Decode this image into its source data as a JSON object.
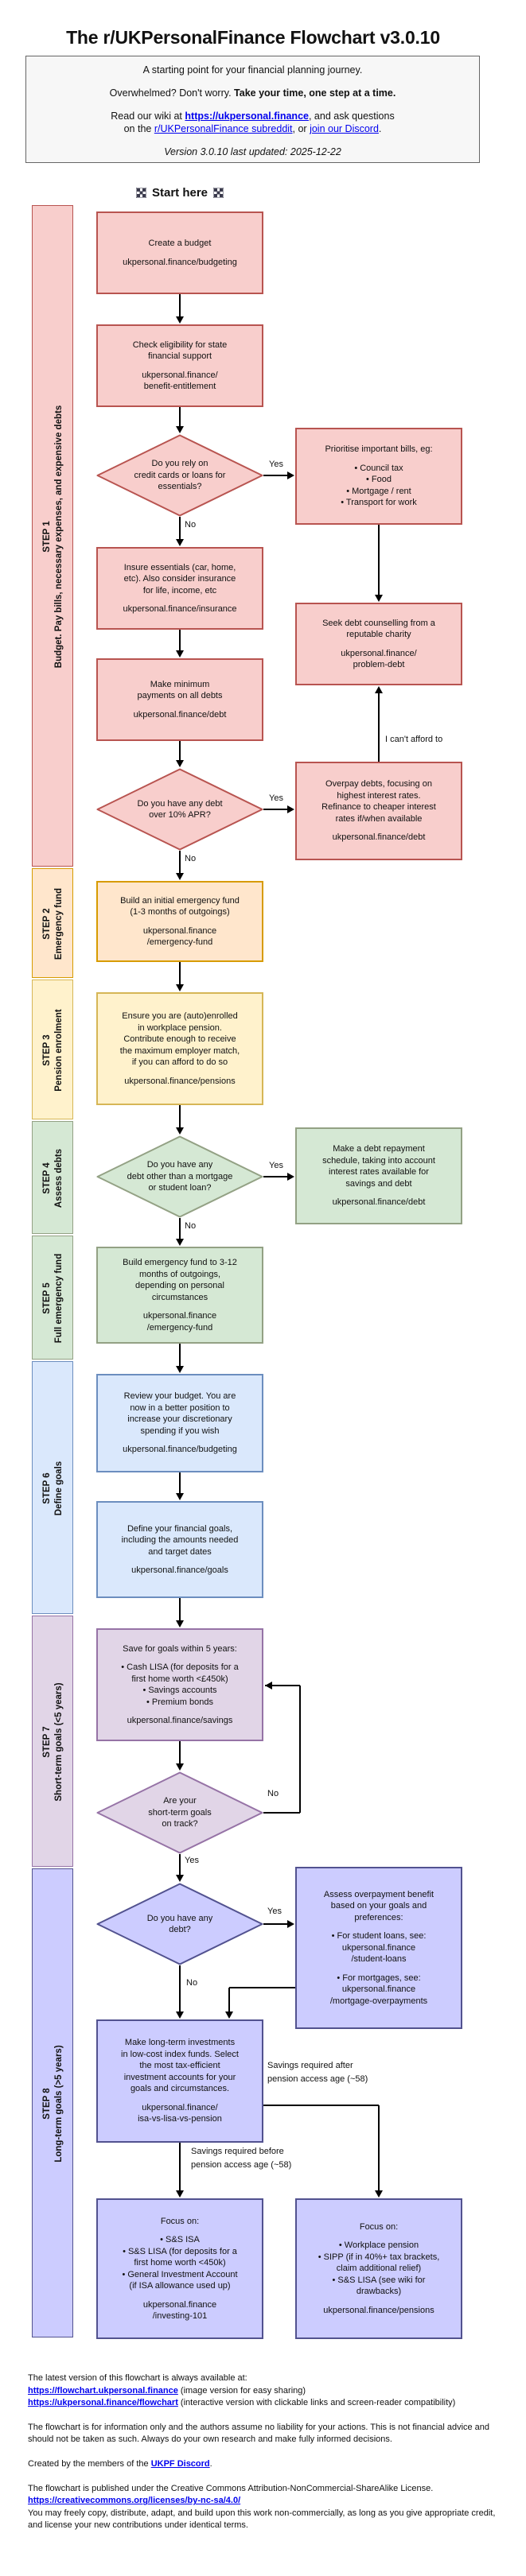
{
  "header": {
    "title": "The r/UKPersonalFinance Flowchart v3.0.10"
  },
  "intro": {
    "line1": "A starting point for your financial planning journey.",
    "overwhelmed_prefix": "Overwhelmed? Don't worry. ",
    "overwhelmed_bold": "Take your time, one step at a time.",
    "read_prefix": "Read our wiki at ",
    "wiki_link": "https://ukpersonal.finance",
    "read_mid": ", and ask questions",
    "read_line2_prefix": "on the ",
    "subreddit_link": "r/UKPersonalFinance subreddit",
    "read_or": ", or ",
    "discord_link": "join our Discord",
    "read_end": ".",
    "version": "Version 3.0.10 last updated: 2025-12-22"
  },
  "start": {
    "label": "Start here",
    "flag_icon": "checkered-flag"
  },
  "palettes": {
    "pink": {
      "fill": "#f8cecc",
      "stroke": "#b85450"
    },
    "orange": {
      "fill": "#ffe6cc",
      "stroke": "#d79b00"
    },
    "yellow": {
      "fill": "#fff2cc",
      "stroke": "#d6b656"
    },
    "green": {
      "fill": "#d5e8d4",
      "stroke": "#93a184"
    },
    "blue": {
      "fill": "#dae8fc",
      "stroke": "#6c8ebf"
    },
    "purple": {
      "fill": "#e1d5e7",
      "stroke": "#9673a6"
    },
    "periwinkle": {
      "fill": "#ccccff",
      "stroke": "#52528f"
    }
  },
  "steps": [
    {
      "num": "STEP 1",
      "desc": "Budget. Pay bills, necessary expenses, and expensive debts",
      "palette": "pink"
    },
    {
      "num": "STEP 2",
      "desc": "Emergency fund",
      "palette": "orange"
    },
    {
      "num": "STEP 3",
      "desc": "Pension enrolment",
      "palette": "yellow"
    },
    {
      "num": "STEP 4",
      "desc": "Assess debts",
      "palette": "green"
    },
    {
      "num": "STEP 5",
      "desc": "Full emergency fund",
      "palette": "green"
    },
    {
      "num": "STEP 6",
      "desc": "Define goals",
      "palette": "blue"
    },
    {
      "num": "STEP 7",
      "desc": "Short-term goals (<5 years)",
      "palette": "purple"
    },
    {
      "num": "STEP 8",
      "desc": "Long-term goals (>5 years)",
      "palette": "periwinkle"
    }
  ],
  "nodes": {
    "create-budget": {
      "shape": "rect",
      "palette": "pink",
      "lines": [
        "Create a budget",
        "",
        "ukpersonal.finance/budgeting"
      ]
    },
    "check-benefits": {
      "shape": "rect",
      "palette": "pink",
      "lines": [
        "Check eligibility for state",
        "financial support",
        "",
        "ukpersonal.finance/",
        "benefit-entitlement"
      ]
    },
    "rely-credit": {
      "shape": "diamond",
      "palette": "pink",
      "lines": [
        "Do you rely on",
        "credit cards or loans for",
        "essentials?"
      ]
    },
    "prioritise-bills": {
      "shape": "rect",
      "palette": "pink",
      "lines": [
        "Prioritise important bills, eg:",
        "",
        "• Council tax",
        "• Food",
        "• Mortgage / rent",
        "• Transport for work"
      ]
    },
    "insure-essentials": {
      "shape": "rect",
      "palette": "pink",
      "lines": [
        "Insure essentials (car, home,",
        "etc). Also consider insurance",
        "for life, income, etc",
        "",
        "ukpersonal.finance/insurance"
      ]
    },
    "debt-counselling": {
      "shape": "rect",
      "palette": "pink",
      "lines": [
        "Seek debt counselling from a",
        "reputable charity",
        "",
        "ukpersonal.finance/",
        "problem-debt"
      ]
    },
    "minimum-payments": {
      "shape": "rect",
      "palette": "pink",
      "lines": [
        "Make minimum",
        "payments on all debts",
        "",
        "ukpersonal.finance/debt"
      ]
    },
    "debt-over-10": {
      "shape": "diamond",
      "palette": "pink",
      "lines": [
        "Do you have any debt",
        "over 10% APR?"
      ]
    },
    "overpay-debts": {
      "shape": "rect",
      "palette": "pink",
      "lines": [
        "Overpay debts, focusing on",
        "highest interest rates.",
        "Refinance to cheaper interest",
        "rates if/when available",
        "",
        "ukpersonal.finance/debt"
      ]
    },
    "initial-emergency-fund": {
      "shape": "rect",
      "palette": "orange",
      "lines": [
        "Build an initial emergency fund",
        "(1-3 months of outgoings)",
        "",
        "ukpersonal.finance",
        "/emergency-fund"
      ]
    },
    "pension-enrolment": {
      "shape": "rect",
      "palette": "yellow",
      "lines": [
        "Ensure you are (auto)enrolled",
        "in workplace pension.",
        "Contribute enough to receive",
        "the maximum employer match,",
        "if you can afford to do so",
        "",
        "ukpersonal.finance/pensions"
      ]
    },
    "other-debt": {
      "shape": "diamond",
      "palette": "green",
      "lines": [
        "Do you have any",
        "debt other than a mortgage",
        "or student loan?"
      ]
    },
    "repayment-schedule": {
      "shape": "rect",
      "palette": "green",
      "lines": [
        "Make a debt repayment",
        "schedule, taking into account",
        "interest rates available for",
        "savings and debt",
        "",
        "ukpersonal.finance/debt"
      ]
    },
    "full-emergency-fund": {
      "shape": "rect",
      "palette": "green",
      "lines": [
        "Build emergency fund to 3-12",
        "months of outgoings,",
        "depending on personal",
        "circumstances",
        "",
        "ukpersonal.finance",
        "/emergency-fund"
      ]
    },
    "review-budget": {
      "shape": "rect",
      "palette": "blue",
      "lines": [
        "Review your budget. You are",
        "now in a better position to",
        "increase your discretionary",
        "spending if you wish",
        "",
        "ukpersonal.finance/budgeting"
      ]
    },
    "define-goals": {
      "shape": "rect",
      "palette": "blue",
      "lines": [
        "Define your financial goals,",
        "including the amounts needed",
        "and target dates",
        "",
        "ukpersonal.finance/goals"
      ]
    },
    "short-term-savings": {
      "shape": "rect",
      "palette": "purple",
      "lines": [
        "Save for goals within 5 years:",
        "",
        "• Cash LISA (for deposits for a",
        "first home worth <£450k)",
        "• Savings accounts",
        "• Premium bonds",
        "",
        "ukpersonal.finance/savings"
      ]
    },
    "goals-on-track": {
      "shape": "diamond",
      "palette": "purple",
      "lines": [
        "Are your",
        "short-term goals",
        "on track?"
      ]
    },
    "any-debt": {
      "shape": "diamond",
      "palette": "periwinkle",
      "lines": [
        "Do you have any",
        "debt?"
      ]
    },
    "assess-overpayment": {
      "shape": "rect",
      "palette": "periwinkle",
      "lines": [
        "Assess overpayment benefit",
        "based on your goals and",
        "preferences:",
        "",
        "• For student loans, see:",
        "ukpersonal.finance",
        "/student-loans",
        "",
        "• For mortgages, see:",
        "ukpersonal.finance",
        "/mortgage-overpayments"
      ]
    },
    "long-term-investments": {
      "shape": "rect",
      "palette": "periwinkle",
      "lines": [
        "Make long-term investments",
        "in low-cost index funds. Select",
        "the most tax-efficient",
        "investment accounts for your",
        "goals and circumstances.",
        "",
        "ukpersonal.finance/",
        "isa-vs-lisa-vs-pension"
      ]
    },
    "focus-isa": {
      "shape": "rect",
      "palette": "periwinkle",
      "lines": [
        "Focus on:",
        "",
        "• S&S ISA",
        "• S&S LISA (for deposits for a",
        "first home worth <450k)",
        "• General Investment Account",
        "(if ISA allowance used up)",
        "",
        "ukpersonal.finance",
        "/investing-101"
      ]
    },
    "focus-pension": {
      "shape": "rect",
      "palette": "periwinkle",
      "lines": [
        "Focus on:",
        "",
        "• Workplace pension",
        "• SIPP (if in 40%+ tax brackets,",
        "claim additional relief)",
        "• S&S LISA (see wiki for",
        "drawbacks)",
        "",
        "ukpersonal.finance/pensions"
      ]
    }
  },
  "edge_labels": {
    "yes1": "Yes",
    "no1": "No",
    "yes2": "Yes",
    "no2": "No",
    "yes3": "Yes",
    "no3": "No",
    "no4": "No",
    "yes4": "Yes",
    "yes5": "Yes",
    "no5": "No",
    "afford": "I can't afford to",
    "before_lines": [
      "Savings required before",
      "pension access age (~58)"
    ],
    "after_lines": [
      "Savings required after",
      "pension access age (~58)"
    ]
  },
  "footer": {
    "p1_intro": "The latest version of this flowchart is always available at:",
    "link_image": "https://flowchart.ukpersonal.finance",
    "link_image_suffix": " (image version for easy sharing)",
    "link_interactive": "https://ukpersonal.finance/flowchart",
    "link_interactive_suffix": " (interactive version with clickable links and screen-reader compatibility)",
    "p2": "The flowchart is for information only and the authors assume no liability for your actions. This is not financial advice and should not be taken as such. Always do your own research and make fully informed decisions.",
    "p3_prefix": "Created by the members of the ",
    "p3_link": "UKPF Discord",
    "p3_suffix": ".",
    "p4_line1": "The flowchart is published under the Creative Commons Attribution-NonCommercial-ShareAlike License.",
    "p4_link": "https://creativecommons.org/licenses/by-nc-sa/4.0/",
    "p4_line2": "You may freely copy, distribute, adapt, and build upon this work non-commercially, as long as you give appropriate credit, and license your new contributions under identical terms."
  }
}
